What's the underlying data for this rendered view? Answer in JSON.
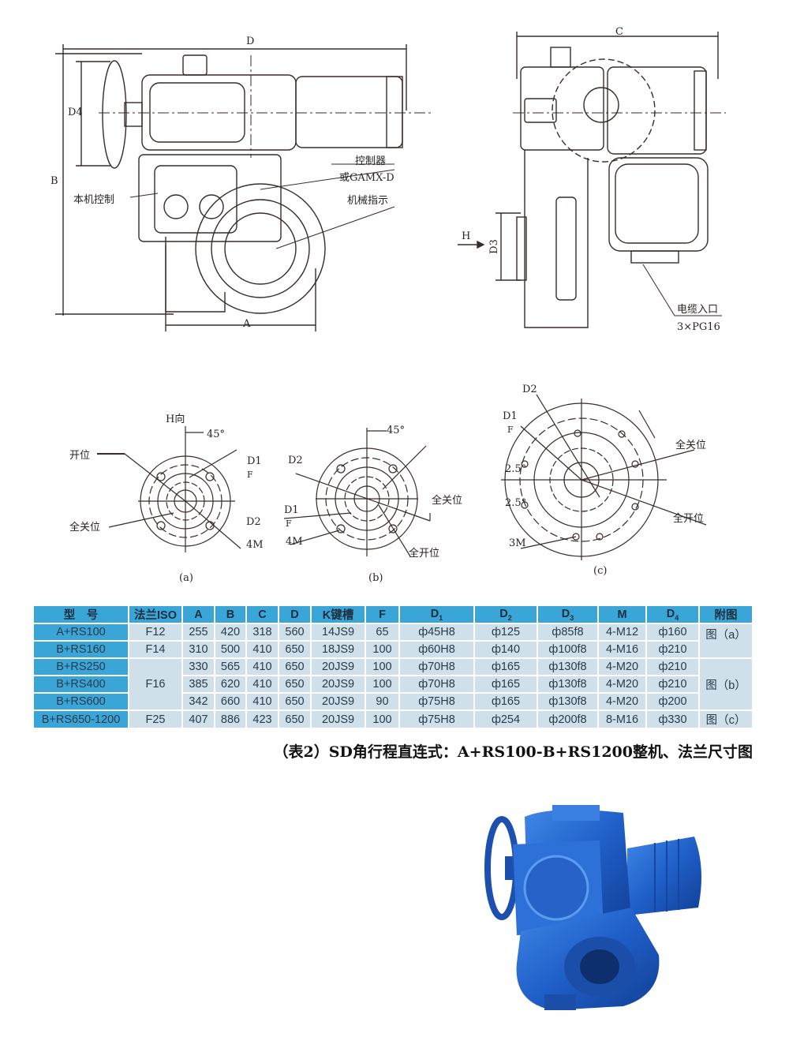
{
  "drawing_top_left": {
    "dim_D": "D",
    "dim_B": "B",
    "dim_D4": "D4",
    "dim_A": "A",
    "label_local_control": "本机控制",
    "label_controller": "控制器",
    "label_gamx": "或GAMX-D",
    "label_indicator": "机械指示"
  },
  "drawing_top_right": {
    "dim_C": "C",
    "dim_H": "H",
    "dim_D3": "D3",
    "label_cable_entry": "电缆入口",
    "label_pg": "3×PG16"
  },
  "flange_a": {
    "h_dir": "H向",
    "angle": "45°",
    "open": "开位",
    "d1": "D1",
    "f": "F",
    "closed": "全关位",
    "d2": "D2",
    "m": "4M",
    "caption": "(a)"
  },
  "flange_b": {
    "angle": "45°",
    "d2": "D2",
    "closed": "全关位",
    "d1": "D1",
    "f": "F",
    "m": "4M",
    "open": "全开位",
    "caption": "(b)"
  },
  "flange_c": {
    "d2": "D2",
    "d1": "D1",
    "f": "F",
    "closed": "全关位",
    "angle1": "2.5°",
    "angle2": "2.5°",
    "open": "全开位",
    "m": "3M",
    "caption": "(c)"
  },
  "table": {
    "headers": [
      "型　号",
      "法兰ISO",
      "A",
      "B",
      "C",
      "D",
      "K键槽",
      "F",
      "D",
      "D",
      "D",
      "M",
      "D",
      "附图"
    ],
    "header_subs": {
      "d1": "1",
      "d2": "2",
      "d3": "3",
      "d4": "4"
    },
    "rows": [
      {
        "model": "A+RS100",
        "flange": "F12",
        "A": "255",
        "B": "420",
        "C": "318",
        "D": "560",
        "K": "14JS9",
        "F": "65",
        "D1": "ф45H8",
        "D2": "ф125",
        "D3": "ф85f8",
        "M": "4-M12",
        "D4": "ф160"
      },
      {
        "model": "B+RS160",
        "flange": "F14",
        "A": "310",
        "B": "500",
        "C": "410",
        "D": "650",
        "K": "18JS9",
        "F": "100",
        "D1": "ф60H8",
        "D2": "ф140",
        "D3": "ф100f8",
        "M": "4-M16",
        "D4": "ф210"
      },
      {
        "model": "B+RS250",
        "flange": "F16",
        "A": "330",
        "B": "565",
        "C": "410",
        "D": "650",
        "K": "20JS9",
        "F": "100",
        "D1": "ф70H8",
        "D2": "ф165",
        "D3": "ф130f8",
        "M": "4-M20",
        "D4": "ф210"
      },
      {
        "model": "B+RS400",
        "A": "385",
        "B": "620",
        "C": "410",
        "D": "650",
        "K": "20JS9",
        "F": "100",
        "D1": "ф70H8",
        "D2": "ф165",
        "D3": "ф130f8",
        "M": "4-M20",
        "D4": "ф210"
      },
      {
        "model": "B+RS600",
        "A": "342",
        "B": "660",
        "C": "410",
        "D": "650",
        "K": "20JS9",
        "F": "90",
        "D1": "ф75H8",
        "D2": "ф165",
        "D3": "ф130f8",
        "M": "4-M20",
        "D4": "ф200"
      },
      {
        "model": "B+RS650-1200",
        "flange": "F25",
        "A": "407",
        "B": "886",
        "C": "423",
        "D": "650",
        "K": "20JS9",
        "F": "100",
        "D1": "ф75H8",
        "D2": "ф254",
        "D3": "ф200f8",
        "M": "8-M16",
        "D4": "ф330"
      }
    ],
    "figure_refs": {
      "a": "图（a）",
      "b": "图（b）",
      "c": "图（c）"
    }
  },
  "caption": "（表2）SD角行程直连式：A+RS100-B+RS1200整机、法兰尺寸图",
  "colors": {
    "header_bg": "#3aa6d8",
    "cell_bg": "#cfe0ea",
    "line": "#4a3030",
    "actuator_blue": "#1f5fc8"
  }
}
